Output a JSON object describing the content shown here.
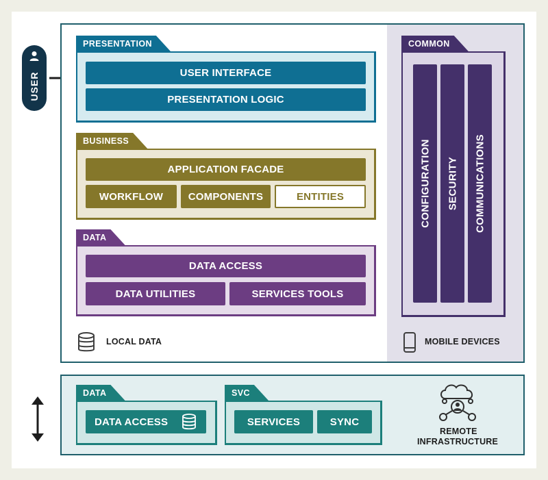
{
  "user": {
    "label": "USER"
  },
  "presentation": {
    "tab": "PRESENTATION",
    "items": [
      "USER INTERFACE",
      "PRESENTATION LOGIC"
    ]
  },
  "business": {
    "tab": "BUSINESS",
    "facade": "APPLICATION FACADE",
    "items": [
      "WORKFLOW",
      "COMPONENTS",
      "ENTITIES"
    ]
  },
  "data": {
    "tab": "DATA",
    "access": "DATA ACCESS",
    "items": [
      "DATA UTILITIES",
      "SERVICES TOOLS"
    ]
  },
  "common": {
    "tab": "COMMON",
    "items": [
      "CONFIGURATION",
      "SECURITY",
      "COMMUNICATIONS"
    ]
  },
  "local_data": {
    "label": "LOCAL DATA"
  },
  "mobile_devices": {
    "label": "MOBILE DEVICES"
  },
  "remote_data": {
    "tab": "DATA",
    "access": "DATA ACCESS"
  },
  "svc": {
    "tab": "SVC",
    "items": [
      "SERVICES",
      "SYNC"
    ]
  },
  "remote_infrastructure": {
    "line1": "REMOTE",
    "line2": "INFRASTRUCTURE"
  },
  "colors": {
    "presentation": "#0f6f93",
    "business": "#85772a",
    "data": "#6c3d82",
    "common": "#44306a",
    "remote": "#1c7f7b",
    "border": "#1f5f6b"
  }
}
